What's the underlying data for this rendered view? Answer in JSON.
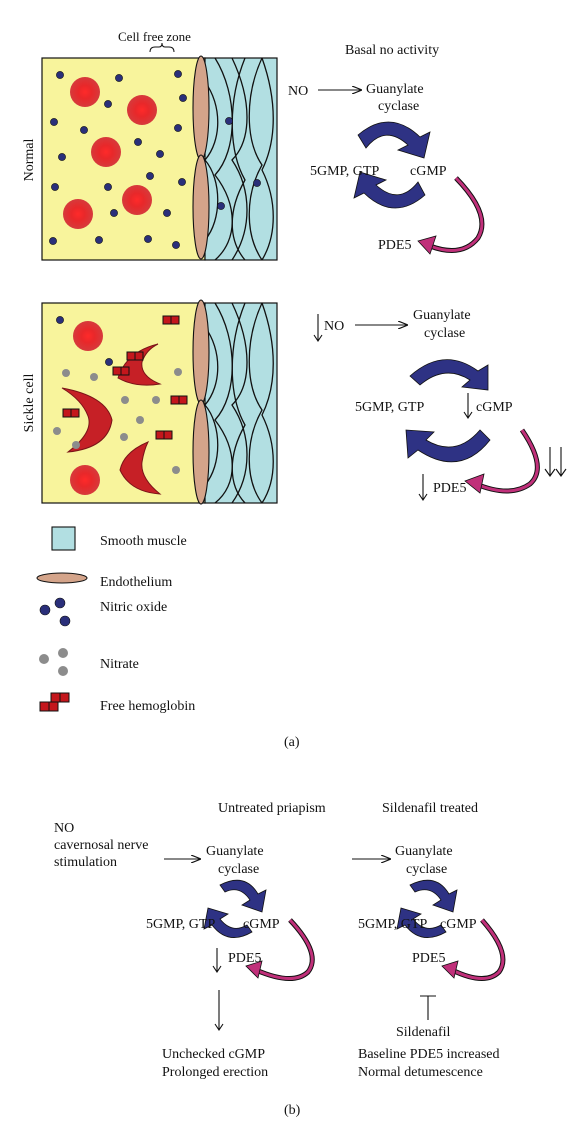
{
  "panel_a": {
    "cell_free_zone": "Cell free zone",
    "normal": {
      "row_label": "Normal",
      "header": "Basal no activity",
      "no": "NO",
      "guanylate": "Guanylate",
      "cyclase": "cyclase",
      "gmp_gtp": "5GMP, GTP",
      "cgmp": "cGMP",
      "pde5": "PDE5"
    },
    "sickle": {
      "row_label": "Sickle cell",
      "no": "NO",
      "guanylate": "Guanylate",
      "cyclase": "cyclase",
      "gmp_gtp": "5GMP, GTP",
      "cgmp": "cGMP",
      "pde5": "PDE5"
    },
    "legend": {
      "smooth_muscle": "Smooth muscle",
      "endothelium": "Endothelium",
      "nitric_oxide": "Nitric oxide",
      "nitrate": "Nitrate",
      "free_hemoglobin": "Free hemoglobin"
    },
    "caption": "(a)"
  },
  "panel_b": {
    "untreated": {
      "header": "Untreated priapism",
      "no_line1": "NO",
      "no_line2": "cavernosal nerve",
      "no_line3": "stimulation",
      "guanylate": "Guanylate",
      "cyclase": "cyclase",
      "gmp_gtp": "5GMP, GTP",
      "cgmp": "cGMP",
      "pde5": "PDE5",
      "result1": "Unchecked cGMP",
      "result2": "Prolonged erection"
    },
    "treated": {
      "header": "Sildenafil treated",
      "guanylate": "Guanylate",
      "cyclase": "cyclase",
      "gmp_gtp": "5GMP, GTP",
      "cgmp": "cGMP",
      "pde5": "PDE5",
      "inhibitor": "Sildenafil",
      "result1": "Baseline PDE5 increased",
      "result2": "Normal detumescence"
    },
    "caption": "(b)"
  },
  "colors": {
    "plasma": "#f8f49c",
    "smooth_muscle": "#b2dfe2",
    "endothelium": "#d4a48a",
    "rbc": "#e8282a",
    "nitric_oxide": "#2a2f7a",
    "nitrate": "#8c8c8c",
    "hemoglobin": "#c4161c",
    "cycle_arrow": "#2e3284",
    "pde_arrow": "#c0307a"
  }
}
